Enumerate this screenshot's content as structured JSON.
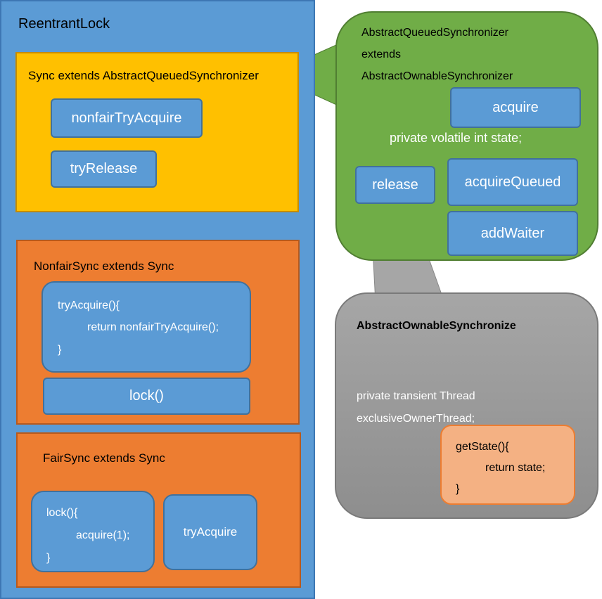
{
  "reentrant_lock": {
    "title": "ReentrantLock",
    "sync": {
      "title": "Sync extends AbstractQueuedSynchronizer",
      "nonfair_try_acquire": "nonfairTryAcquire",
      "try_release": "tryRelease"
    },
    "nonfair_sync": {
      "title": "NonfairSync extends Sync",
      "code_lines": [
        "tryAcquire(){",
        "return nonfairTryAcquire();",
        "}"
      ],
      "lock_label": "lock()"
    },
    "fair_sync": {
      "title": "FairSync extends Sync",
      "code_lines": [
        "lock(){",
        "acquire(1);",
        "}"
      ],
      "try_acquire_label": "tryAcquire"
    }
  },
  "aqs": {
    "title_lines": [
      "AbstractQueuedSynchronizer",
      "extends",
      "AbstractOwnableSynchronizer"
    ],
    "acquire_label": "acquire",
    "state_field": "private volatile int state;",
    "release_label": "release",
    "acquire_queued_label": "acquireQueued",
    "add_waiter_label": "addWaiter"
  },
  "aos": {
    "title": "AbstractOwnableSynchronize",
    "field_lines": [
      "private transient Thread",
      "exclusiveOwnerThread;"
    ],
    "get_state_lines": [
      "getState(){",
      "return state;",
      "}"
    ]
  },
  "colors": {
    "reentrant_blue": "#5b9bd5",
    "sync_yellow": "#ffc000",
    "subclass_orange": "#ed7d31",
    "aqs_green": "#70ad47",
    "aos_grey": "#a6a6a6",
    "getstate_salmon": "#f4b183"
  }
}
